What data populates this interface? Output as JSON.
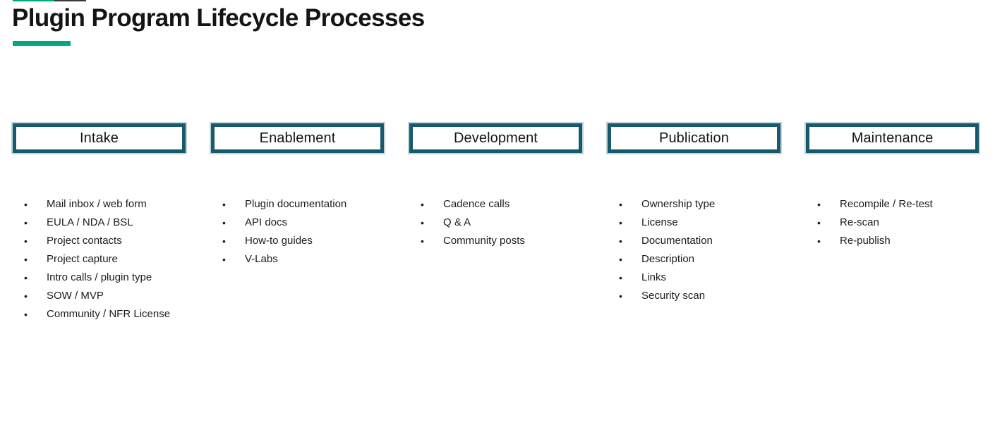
{
  "title": "Plugin Program Lifecycle Processes",
  "accent": {
    "green": "#01A982",
    "border_teal": "#175A6C"
  },
  "columns": [
    {
      "header": "Intake",
      "items": [
        "Mail inbox / web form",
        "EULA / NDA / BSL",
        "Project contacts",
        "Project capture",
        "Intro calls / plugin type",
        "SOW / MVP",
        "Community / NFR License"
      ]
    },
    {
      "header": "Enablement",
      "items": [
        "Plugin documentation",
        "API docs",
        "How-to guides",
        "V-Labs"
      ]
    },
    {
      "header": "Development",
      "items": [
        "Cadence calls",
        "Q & A",
        "Community posts"
      ]
    },
    {
      "header": "Publication",
      "items": [
        "Ownership type",
        "License",
        "Documentation",
        "Description",
        "Links",
        "Security scan"
      ]
    },
    {
      "header": "Maintenance",
      "items": [
        "Recompile / Re-test",
        "Re-scan",
        "Re-publish"
      ]
    }
  ]
}
